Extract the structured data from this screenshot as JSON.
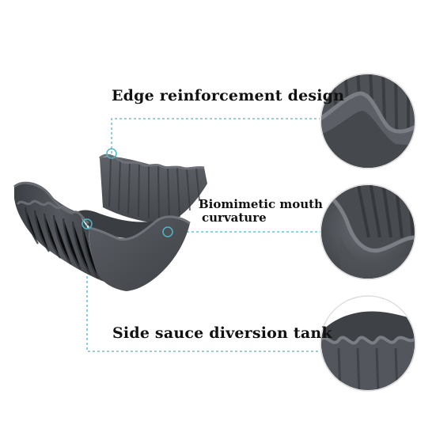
{
  "features": {
    "edge": {
      "label": "Edge reinforcement design",
      "icon": "zoom-circle-ridges-icon"
    },
    "mouth": {
      "line1": "Biomimetic mouth",
      "line2": "curvature",
      "icon": "zoom-circle-curve-icon"
    },
    "side": {
      "label": "Side sauce diversion tank",
      "icon": "zoom-circle-wave-icon"
    }
  },
  "product": {
    "icon": "silicone-holder-icon",
    "color": "#4a4d53"
  },
  "leader_color": "#4cb8c8"
}
